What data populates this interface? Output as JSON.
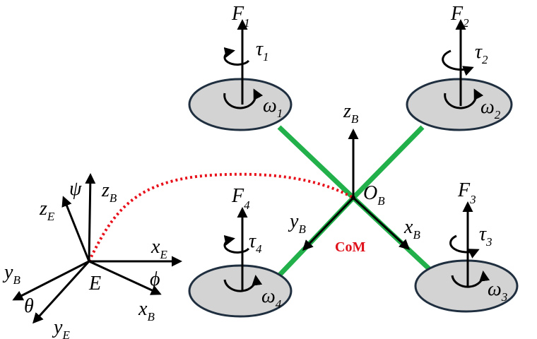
{
  "colors": {
    "arm": "#22b04b",
    "rotor_fill": "#d3d3d3",
    "rotor_stroke": "#1f2f3f",
    "trajectory": "#e8101a",
    "com": "#e0101a",
    "ink": "#000000"
  },
  "rotors": [
    {
      "force": "F",
      "force_sub": "1",
      "torque": "τ",
      "torque_sub": "1",
      "omega": "ω",
      "omega_sub": "1"
    },
    {
      "force": "F",
      "force_sub": "2",
      "torque": "τ",
      "torque_sub": "2",
      "omega": "ω",
      "omega_sub": "2"
    },
    {
      "force": "F",
      "force_sub": "3",
      "torque": "τ",
      "torque_sub": "3",
      "omega": "ω",
      "omega_sub": "3"
    },
    {
      "force": "F",
      "force_sub": "4",
      "torque": "τ",
      "torque_sub": "4",
      "omega": "ω",
      "omega_sub": "4"
    }
  ],
  "body_frame": {
    "origin": "O",
    "origin_sub": "B",
    "z": "z",
    "z_sub": "B",
    "x": "x",
    "x_sub": "B",
    "y": "y",
    "y_sub": "B",
    "com_label": "CoM"
  },
  "earth_frame": {
    "origin": "E",
    "xE": "x",
    "xE_sub": "E",
    "yE": "y",
    "yE_sub": "E",
    "zE": "z",
    "zE_sub": "E",
    "xB": "x",
    "xB_sub": "B",
    "yB": "y",
    "yB_sub": "B",
    "zB": "z",
    "zB_sub": "B",
    "roll": "ϕ",
    "pitch": "θ",
    "yaw": "ψ"
  }
}
